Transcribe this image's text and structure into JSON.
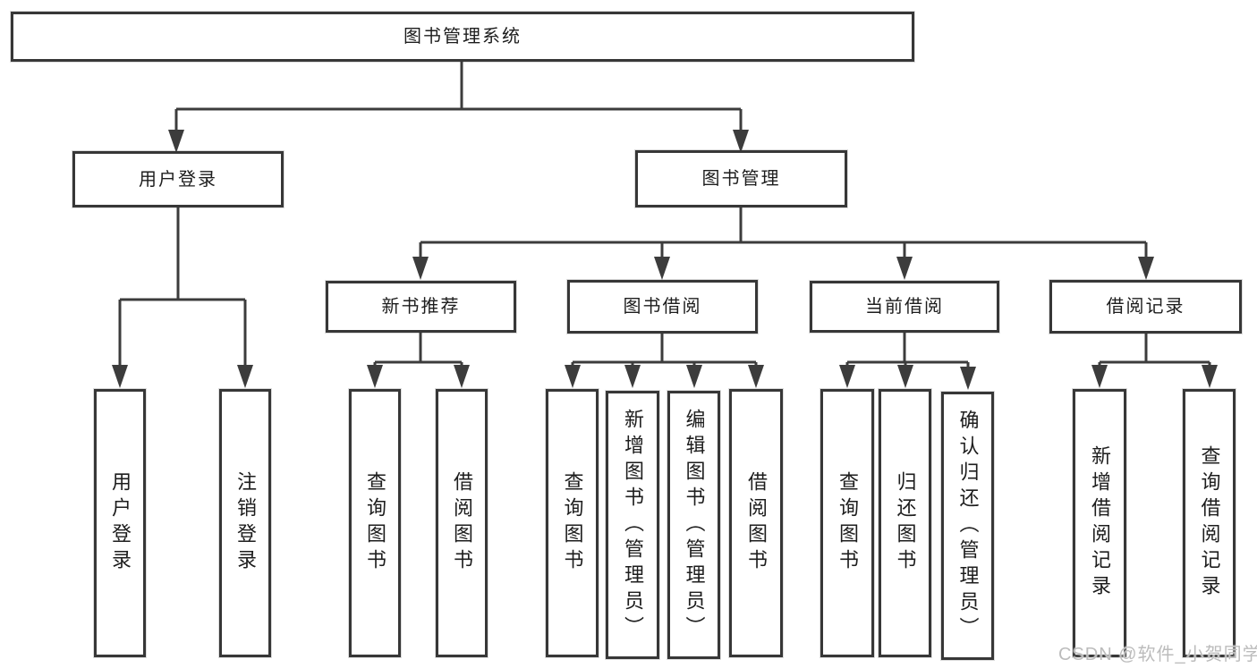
{
  "colors": {
    "line": "#3c3c3c",
    "border": "#373737",
    "text": "#1d1d1d",
    "watermark": "#bcbcbc",
    "background": "#ffffff"
  },
  "tree": {
    "root": {
      "label": "图书管理系统",
      "children": [
        {
          "label": "用户登录",
          "children": [
            {
              "label": "用户登录"
            },
            {
              "label": "注销登录"
            }
          ]
        },
        {
          "label": "图书管理",
          "children": [
            {
              "label": "新书推荐",
              "children": [
                {
                  "label": "查询图书"
                },
                {
                  "label": "借阅图书"
                }
              ]
            },
            {
              "label": "图书借阅",
              "children": [
                {
                  "label": "查询图书"
                },
                {
                  "label": "新增图书（管理员）"
                },
                {
                  "label": "编辑图书（管理员）"
                },
                {
                  "label": "借阅图书"
                }
              ]
            },
            {
              "label": "当前借阅",
              "children": [
                {
                  "label": "查询图书"
                },
                {
                  "label": "归还图书"
                },
                {
                  "label": "确认归还（管理员）"
                }
              ]
            },
            {
              "label": "借阅记录",
              "children": [
                {
                  "label": "新增借阅记录"
                },
                {
                  "label": "查询借阅记录"
                }
              ]
            }
          ]
        }
      ]
    }
  },
  "watermark": {
    "text": "CSDN @软件_小贺同学"
  }
}
